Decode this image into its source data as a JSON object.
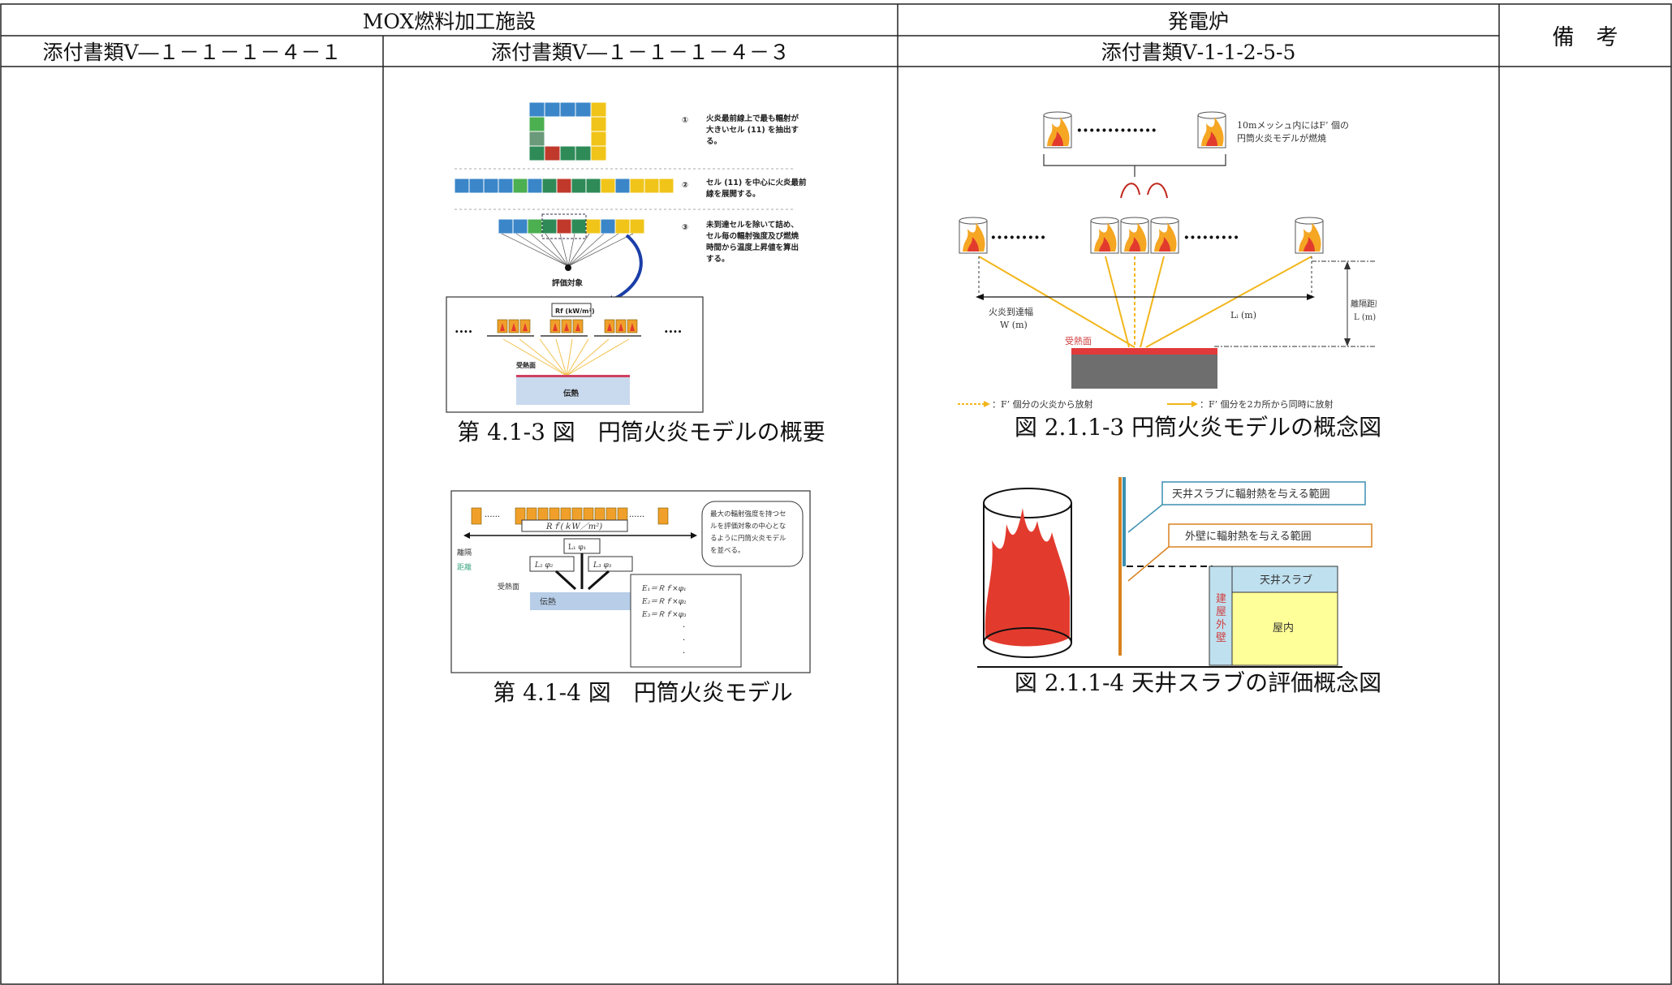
{
  "header": {
    "mox_facility": "MOX燃料加工施設",
    "power_reactor": "発電炉",
    "remarks": "備　考",
    "doc_col1": "添付書類Ⅴ―１－１－１－４－１",
    "doc_col2": "添付書類Ⅴ―１－１－１－４－３",
    "doc_col3": "添付書類Ⅴ-1-1-2-5-5"
  },
  "figures": {
    "fig_413_caption": "第 4.1-3 図　円筒火炎モデルの概要",
    "fig_414_caption": "第 4.1-4 図　円筒火炎モデル",
    "fig_2113_caption": "図 2.1.1-3 円筒火炎モデルの概念図",
    "fig_2114_caption": "図 2.1.1-4 天井スラブの評価概念図"
  },
  "fig_413": {
    "step1": [
      "火炎最前線上で最も輻射が",
      "大きいセル (11) を抽出す",
      "る。"
    ],
    "step2": [
      "セル (11) を中心に火炎最前",
      "線を展開する。"
    ],
    "step3": [
      "未到達セルを除いて詰め、",
      "セル毎の輻射強度及び燃焼",
      "時間から温度上昇値を算出",
      "する。"
    ],
    "step_nums": [
      "①",
      "②",
      "③"
    ],
    "eval_target": "評価対象",
    "rf_label": "Rf (kW/m²)",
    "heat_surface": "受熱面",
    "heat_transfer": "伝熱"
  },
  "fig_414": {
    "rf_label": "Rｆ(ｋW／m²)",
    "note": [
      "最大の輻射強度を持つセ",
      "ルを評価対象の中心とな",
      "るように円筒火炎モデル",
      "を並べる。"
    ],
    "l1": "L₁ φ₁",
    "l2": "L₂ φ₂",
    "l3": "L₃ φ₃",
    "dist_a": "離隔",
    "dist_b": "距離",
    "heat_surface": "受熱面",
    "heat_transfer": "伝熱",
    "eq1": "E₁＝Ｒｆ×φ₁",
    "eq2": "E₂＝Ｒｆ×φ₂",
    "eq3": "E₃＝Ｒｆ×φ₃"
  },
  "fig_2113": {
    "mesh_note": [
      "10mメッシュ内にはF’ 個の",
      "円筒火炎モデルが燃焼"
    ],
    "front_width": [
      "火炎到達幅",
      "W (m)"
    ],
    "li": "Lᵢ (m)",
    "separation": [
      "離隔距離",
      "L (m)"
    ],
    "heat_surface": "受熱面",
    "legend1": "：F’ 個分の火炎から放射",
    "legend2": "：F’ 個分を2カ所から同時に放射"
  },
  "fig_2114": {
    "ceiling_range": "天井スラブに輻射熱を与える範囲",
    "wall_range": "外壁に輻射熱を与える範囲",
    "ceiling_slab": "天井スラブ",
    "outer_wall": [
      "建",
      "屋",
      "外",
      "壁"
    ],
    "indoor": "屋内"
  },
  "colors": {
    "line": "#222222",
    "flame_red": "#e23b2e",
    "flame_orange": "#f5a623",
    "yellow": "#ffff99",
    "teal": "#3b8fb0",
    "orange_line": "#d9821f"
  }
}
